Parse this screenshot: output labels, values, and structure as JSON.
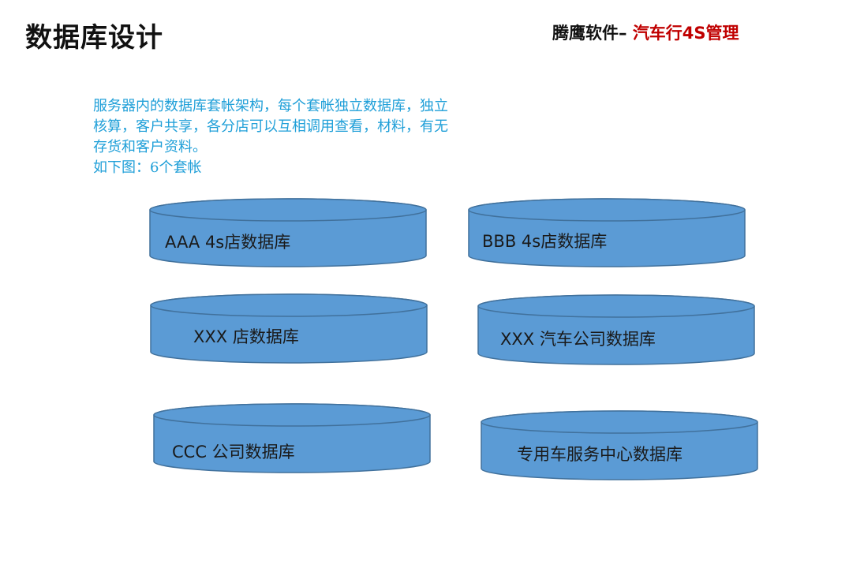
{
  "header": {
    "title": "数据库设计",
    "company": "腾鹰软件– ",
    "product": "汽车行4S管理"
  },
  "description": {
    "lines": [
      "服务器内的数据库套帐架构，每个套帐独立数据库，独立",
      "核算，客户共享，各分店可以互相调用查看，材料，有无",
      "存货和客户资料。",
      "如下图：6个套帐"
    ],
    "color": "#1f9fd8"
  },
  "databases": {
    "fill_color": "#5b9bd5",
    "stroke_color": "#41719c",
    "items": [
      {
        "label": "AAA 4s店数据库"
      },
      {
        "label": "BBB 4s店数据库"
      },
      {
        "label": "XXX 店数据库"
      },
      {
        "label": "XXX 汽车公司数据库"
      },
      {
        "label": "CCC 公司数据库"
      },
      {
        "label": "专用车服务中心数据库"
      }
    ]
  }
}
